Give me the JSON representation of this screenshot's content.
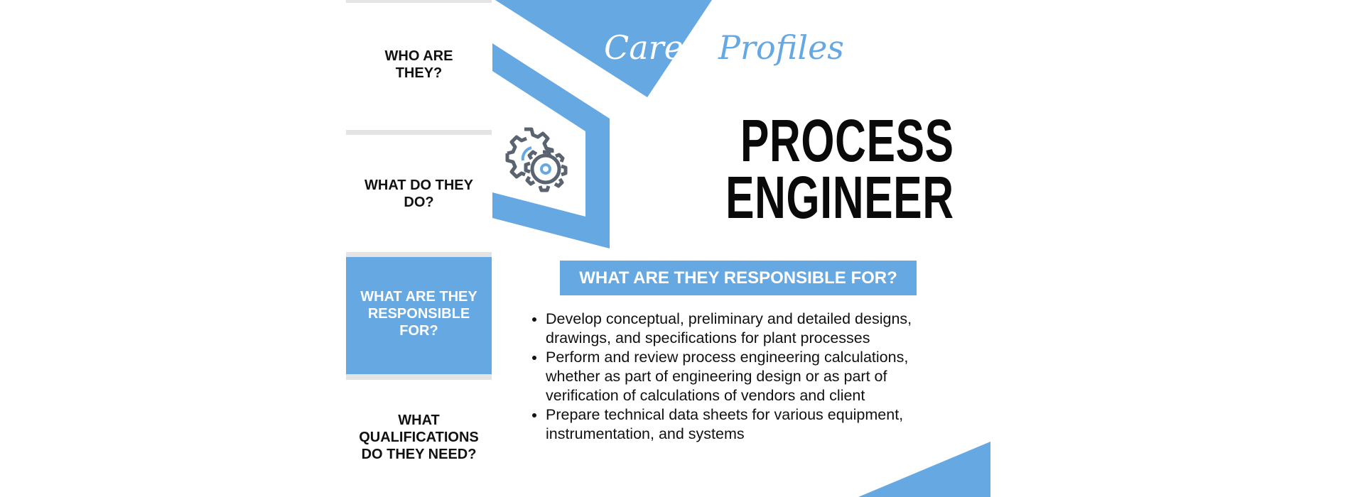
{
  "brand": {
    "script_word1": "Career",
    "script_word2": "Profiles"
  },
  "title": {
    "line1": "PROCESS",
    "line2": "ENGINEER"
  },
  "nav": [
    {
      "label": "WHO ARE THEY?"
    },
    {
      "label": "WHAT DO THEY DO?"
    },
    {
      "label": "WHAT ARE THEY RESPONSIBLE FOR?"
    },
    {
      "label": "WHAT QUALIFICATIONS DO THEY NEED?"
    }
  ],
  "section": {
    "heading": "WHAT ARE THEY RESPONSIBLE FOR?",
    "items": [
      "Develop conceptual, preliminary and detailed designs, drawings, and specifications for plant processes",
      "Perform and review process engineering calculations, whether as part of engineering design or as part of verification of calculations of vendors and client",
      "Prepare technical data sheets for various equipment, instrumentation, and systems"
    ]
  },
  "colors": {
    "accent": "#66a8e2",
    "divider": "#e4e4e4",
    "gear": "#5a6470"
  },
  "icons": {
    "main": "gears-icon"
  }
}
